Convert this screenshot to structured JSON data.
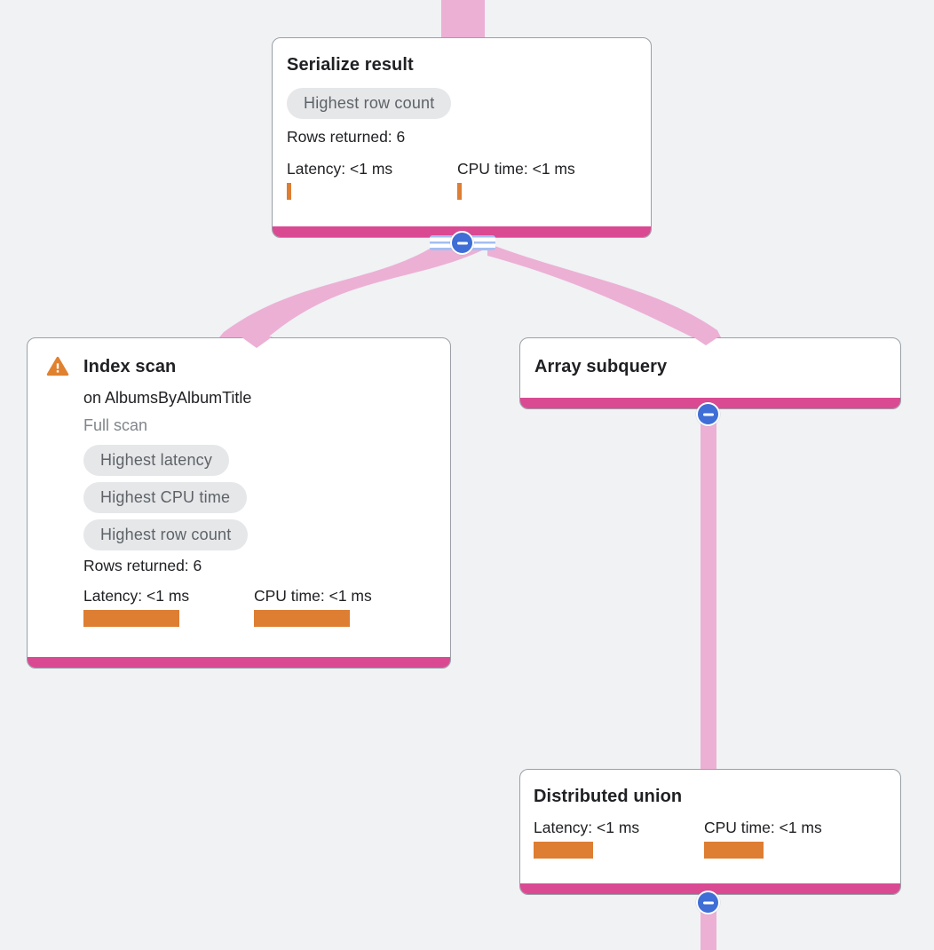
{
  "colors": {
    "background": "#f0f2f4",
    "card_bg": "#ffffff",
    "card_border": "#9aa0a6",
    "accent_magenta": "#d94a93",
    "edge_pink": "#ecb0d5",
    "metric_orange": "#dd7e33",
    "warning_orange": "#e0812f",
    "badge_bg": "#e5e7e9",
    "badge_text": "#5f6368",
    "button_blue": "#3e6ed6",
    "stripe_blue": "#a3bff2",
    "text_dark": "#202124",
    "text_muted": "#80868b"
  },
  "nodes": {
    "serialize_result": {
      "title": "Serialize result",
      "badges": [
        "Highest row count"
      ],
      "rows_returned": "Rows returned: 6",
      "metrics": [
        {
          "label": "Latency: <1 ms"
        },
        {
          "label": "CPU time: <1 ms"
        }
      ]
    },
    "index_scan": {
      "title": "Index scan",
      "subtitle": "on AlbumsByAlbumTitle",
      "scan_type": "Full scan",
      "badges": [
        "Highest latency",
        "Highest CPU time",
        "Highest row count"
      ],
      "rows_returned": "Rows returned: 6",
      "metrics": [
        {
          "label": "Latency: <1 ms"
        },
        {
          "label": "CPU time: <1 ms"
        }
      ]
    },
    "array_subquery": {
      "title": "Array subquery"
    },
    "distributed_union": {
      "title": "Distributed union",
      "metrics": [
        {
          "label": "Latency: <1 ms"
        },
        {
          "label": "CPU time: <1 ms"
        }
      ]
    }
  },
  "edges": [
    {
      "from": "(above)",
      "to": "Serialize result"
    },
    {
      "from": "Serialize result",
      "to": "Index scan"
    },
    {
      "from": "Serialize result",
      "to": "Array subquery"
    },
    {
      "from": "Array subquery",
      "to": "Distributed union"
    },
    {
      "from": "Distributed union",
      "to": "(below)"
    }
  ]
}
